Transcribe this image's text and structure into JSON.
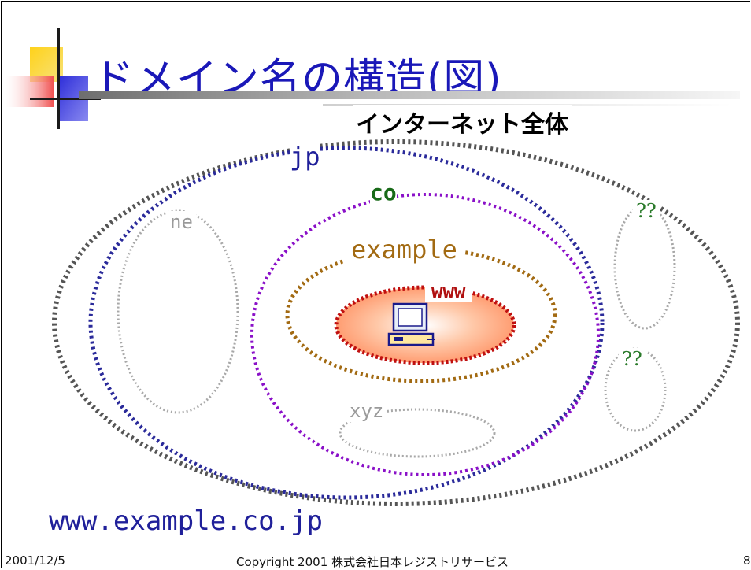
{
  "slide": {
    "title": "ドメイン名の構造(図)",
    "labels": {
      "internet": "インターネット全体",
      "jp": "jp",
      "co": "co",
      "ne": "ne",
      "unknown_1": "??",
      "example": "example",
      "www": "www",
      "unknown_2": "??",
      "xyz": "xyz",
      "fqdn": "www.example.co.jp"
    },
    "footer": {
      "date": "2001/12/5",
      "copyright": "Copyright 2001 株式会社日本レジストリサービス",
      "page": "8"
    }
  },
  "colors": {
    "title": "#1a18b8",
    "internet_ring": "#555555",
    "jp_ring": "#2a2a9a",
    "co_ring": "#8a10c8",
    "example_ring": "#a26a12",
    "www_ring": "#c01010",
    "gray_rings": "#a8a8a8"
  },
  "icons": [
    "decorative-squares-icon",
    "computer-icon"
  ]
}
